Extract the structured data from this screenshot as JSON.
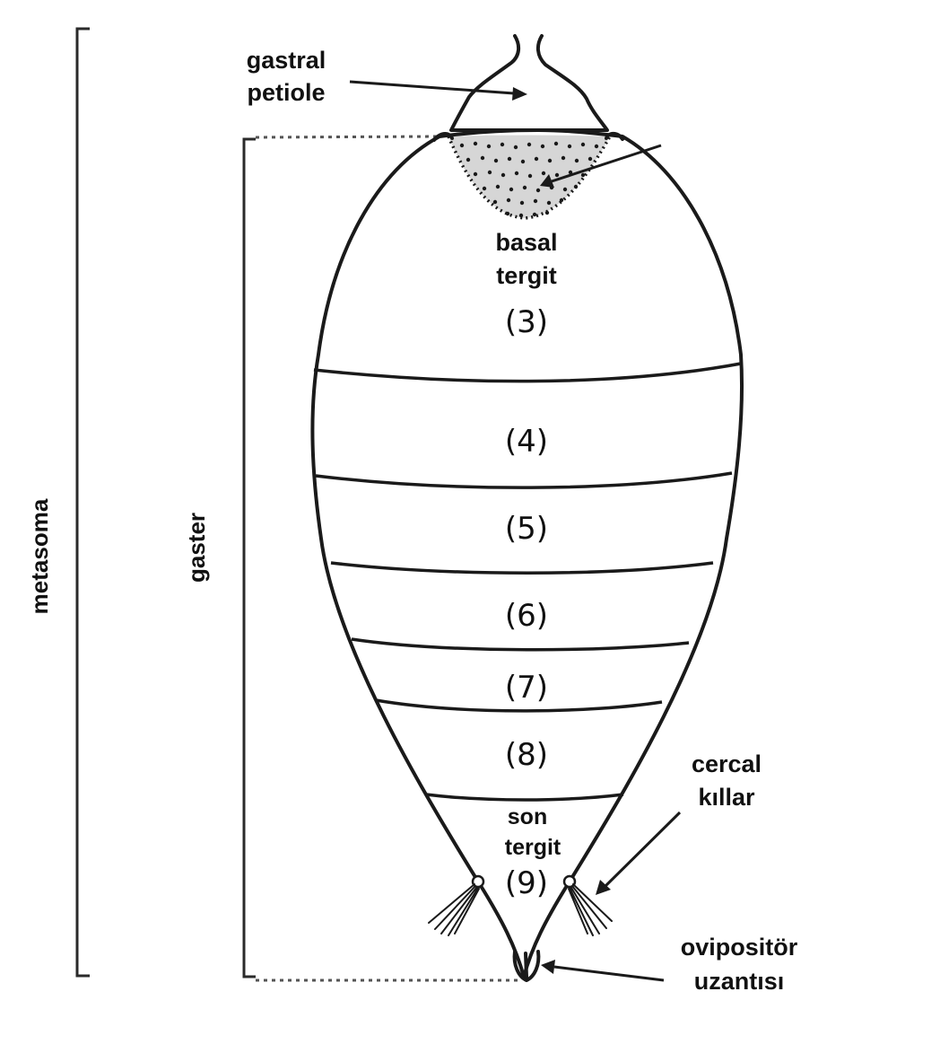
{
  "labels": {
    "metasoma": "metasoma",
    "gaster": "gaster",
    "gastral_petiole_line1": "gastral",
    "gastral_petiole_line2": "petiole",
    "basal_tergit_line1": "basal",
    "basal_tergit_line2": "tergit",
    "son_tergit_line1": "son",
    "son_tergit_line2": "tergit",
    "cercal_killar_line1": "cercal",
    "cercal_killar_line2": "kıllar",
    "ovipositor_line1": "ovipositör",
    "ovipositor_line2": "uzantısı"
  },
  "segments": [
    "(3)",
    "(4)",
    "(5)",
    "(6)",
    "(7)",
    "(8)",
    "(9)"
  ],
  "colors": {
    "ink": "#1a1a1a",
    "background": "#ffffff",
    "dash": "#555555"
  }
}
